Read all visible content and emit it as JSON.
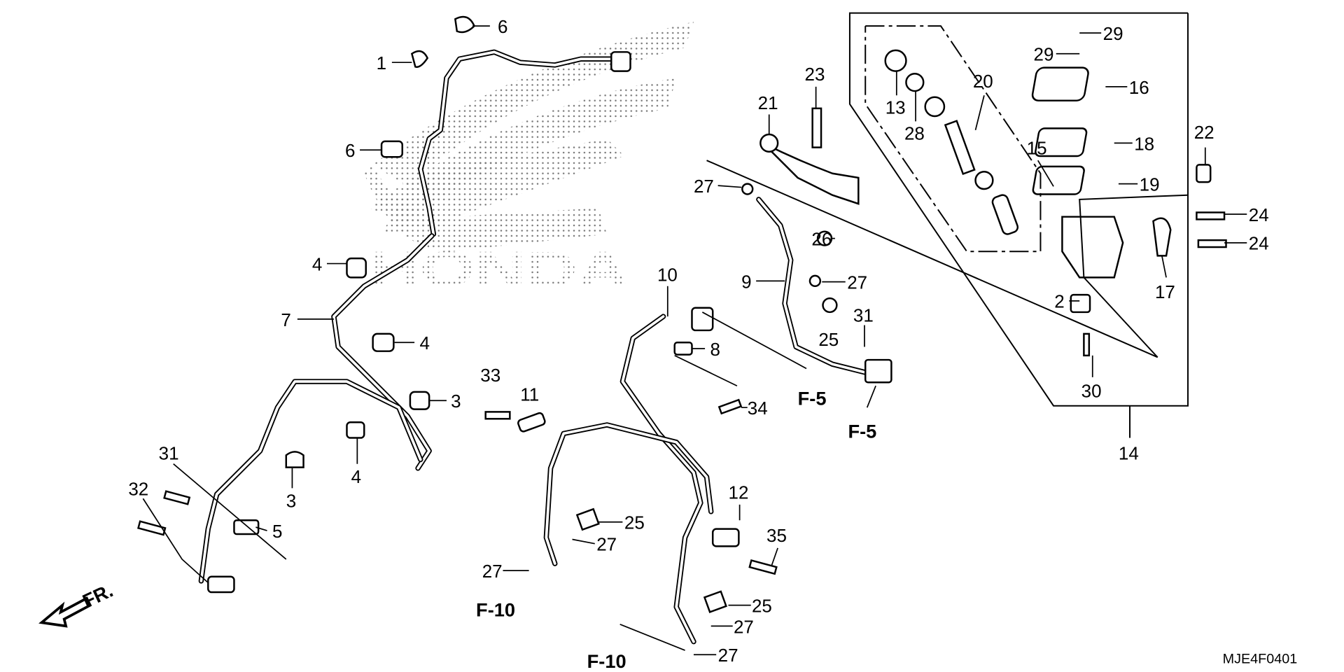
{
  "diagram": {
    "title_code": "MJE4F0401",
    "front_marker": "FR.",
    "brand_watermark": "HONDA",
    "callouts": [
      "1",
      "6",
      "6",
      "4",
      "7",
      "4",
      "3",
      "4",
      "3",
      "5",
      "31",
      "32",
      "33",
      "11",
      "10",
      "8",
      "34",
      "9",
      "27",
      "26",
      "27",
      "25",
      "31",
      "21",
      "23",
      "13",
      "28",
      "20",
      "29",
      "29",
      "16",
      "18",
      "15",
      "19",
      "22",
      "24",
      "24",
      "17",
      "2",
      "30",
      "14",
      "12",
      "35",
      "25",
      "27",
      "27",
      "25",
      "27",
      "27"
    ],
    "references": [
      "F-5",
      "F-5",
      "F-10",
      "F-10"
    ]
  }
}
